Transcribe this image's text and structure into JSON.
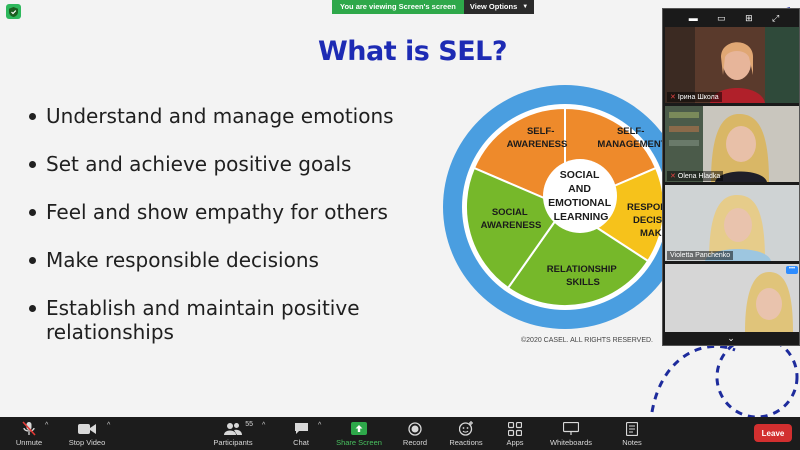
{
  "banner": {
    "viewing_text": "You are viewing Screen's screen",
    "view_options_label": "View Options"
  },
  "slide": {
    "title": "What is SEL?",
    "bullets": [
      "Understand and manage emotions",
      "Set and achieve positive goals",
      "Feel and show empathy for others",
      "Make responsible decisions",
      "Establish and maintain positive relationships"
    ],
    "wheel": {
      "center": [
        "SOCIAL",
        "AND",
        "EMOTIONAL",
        "LEARNING"
      ],
      "segments": {
        "self_awareness": [
          "SELF-",
          "AWARENESS"
        ],
        "self_management": [
          "SELF-",
          "MANAGEMENT"
        ],
        "responsible_decision": [
          "RESPONSIBLE",
          "DECISION-",
          "MAKING"
        ],
        "relationship_skills": [
          "RELATIONSHIP",
          "SKILLS"
        ],
        "social_awareness": [
          "SOCIAL",
          "AWARENESS"
        ]
      }
    },
    "copyright": "©2020 CASEL. ALL RIGHTS RESERVED."
  },
  "gallery": {
    "participants": [
      {
        "name": "Ірина Школа",
        "muted": true
      },
      {
        "name": "Olena Hladka",
        "muted": true
      },
      {
        "name": "Violetta Panchenko",
        "muted": false
      },
      {
        "name": "",
        "muted": false
      }
    ]
  },
  "toolbar": {
    "unmute": "Unmute",
    "stop_video": "Stop Video",
    "participants": "Participants",
    "participants_count": "55",
    "chat": "Chat",
    "share_screen": "Share Screen",
    "record": "Record",
    "reactions": "Reactions",
    "apps": "Apps",
    "whiteboards": "Whiteboards",
    "notes": "Notes",
    "leave": "Leave"
  },
  "colors": {
    "title_blue": "#1d2bb4",
    "outer_ring": "#4a9ee0",
    "orange": "#ee8a2b",
    "green": "#76b82a",
    "yellow": "#f6c21b",
    "share_green": "#2ea84a",
    "leave_red": "#d22f2f"
  }
}
